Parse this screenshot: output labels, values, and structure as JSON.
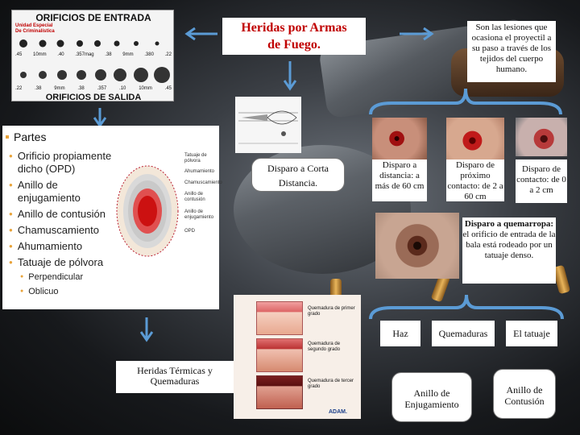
{
  "title": {
    "line1": "Heridas por Armas",
    "line2": "de Fuego."
  },
  "definition": "Son las lesiones que ocasiona el proyectil a su paso a través de los tejidos del cuerpo humano.",
  "entry_exit_card": {
    "top_title": "ORIFICIOS DE ENTRADA",
    "unit_line1": "Unidad Especial",
    "unit_line2": "De Criminalística",
    "entry_calibers": [
      ".45",
      "10mm",
      ".40",
      ".357mag",
      ".38",
      "9mm",
      ".380",
      ".22"
    ],
    "exit_calibers": [
      ".22",
      ".38",
      "9mm",
      ".38",
      ".357",
      ".10",
      "10mm",
      ".45"
    ],
    "bottom_title": "ORIFICIOS DE SALIDA"
  },
  "parts": {
    "heading": "Partes",
    "items": [
      {
        "text": "Orificio propiamente dicho (OPD)",
        "level": 1
      },
      {
        "text": "Anillo de enjugamiento",
        "level": 1
      },
      {
        "text": "Anillo de contusión",
        "level": 1
      },
      {
        "text": "Chamuscamiento",
        "level": 1
      },
      {
        "text": "Ahumamiento",
        "level": 1
      },
      {
        "text": "Tatuaje de pólvora",
        "level": 1
      },
      {
        "text": "Perpendicular",
        "level": 2
      },
      {
        "text": "Oblicuo",
        "level": 2
      }
    ],
    "diagram_labels": [
      "Tatuaje de pólvora",
      "Ahumamiento",
      "Chamuscamiento",
      "Anillo de contusión",
      "Anillo de enjugamiento",
      "OPD"
    ]
  },
  "short_distance": "Disparo a Corta Distancia.",
  "distance_cards": [
    {
      "text": "Disparo a distancia: a más de 60 cm"
    },
    {
      "text": "Disparo de próximo contacto: de 2 a 60 cm"
    },
    {
      "text": "Disparo de contacto: de 0 a 2 cm"
    }
  ],
  "quemarropa": {
    "title": "Disparo a quemarropa:",
    "body": "el orificio de entrada de la bala está rodeado por un tatuaje denso."
  },
  "bottom_items": {
    "haz": "Haz",
    "quemaduras": "Quemaduras",
    "tatuaje": "El tatuaje",
    "enjugamiento": "Anillo de Enjugamiento",
    "contusion": "Anillo de Contusión"
  },
  "thermal": "Heridas Térmicas y Quemaduras",
  "burns_labels": [
    "Quemadura de primer grado",
    "Quemadura de segundo grado",
    "Quemadura de tercer grado"
  ],
  "burns_brand": "ADAM.",
  "colors": {
    "accent_arrow": "#5b9bd5",
    "title_red": "#c00000",
    "bullet_orange": "#e8a33a"
  }
}
